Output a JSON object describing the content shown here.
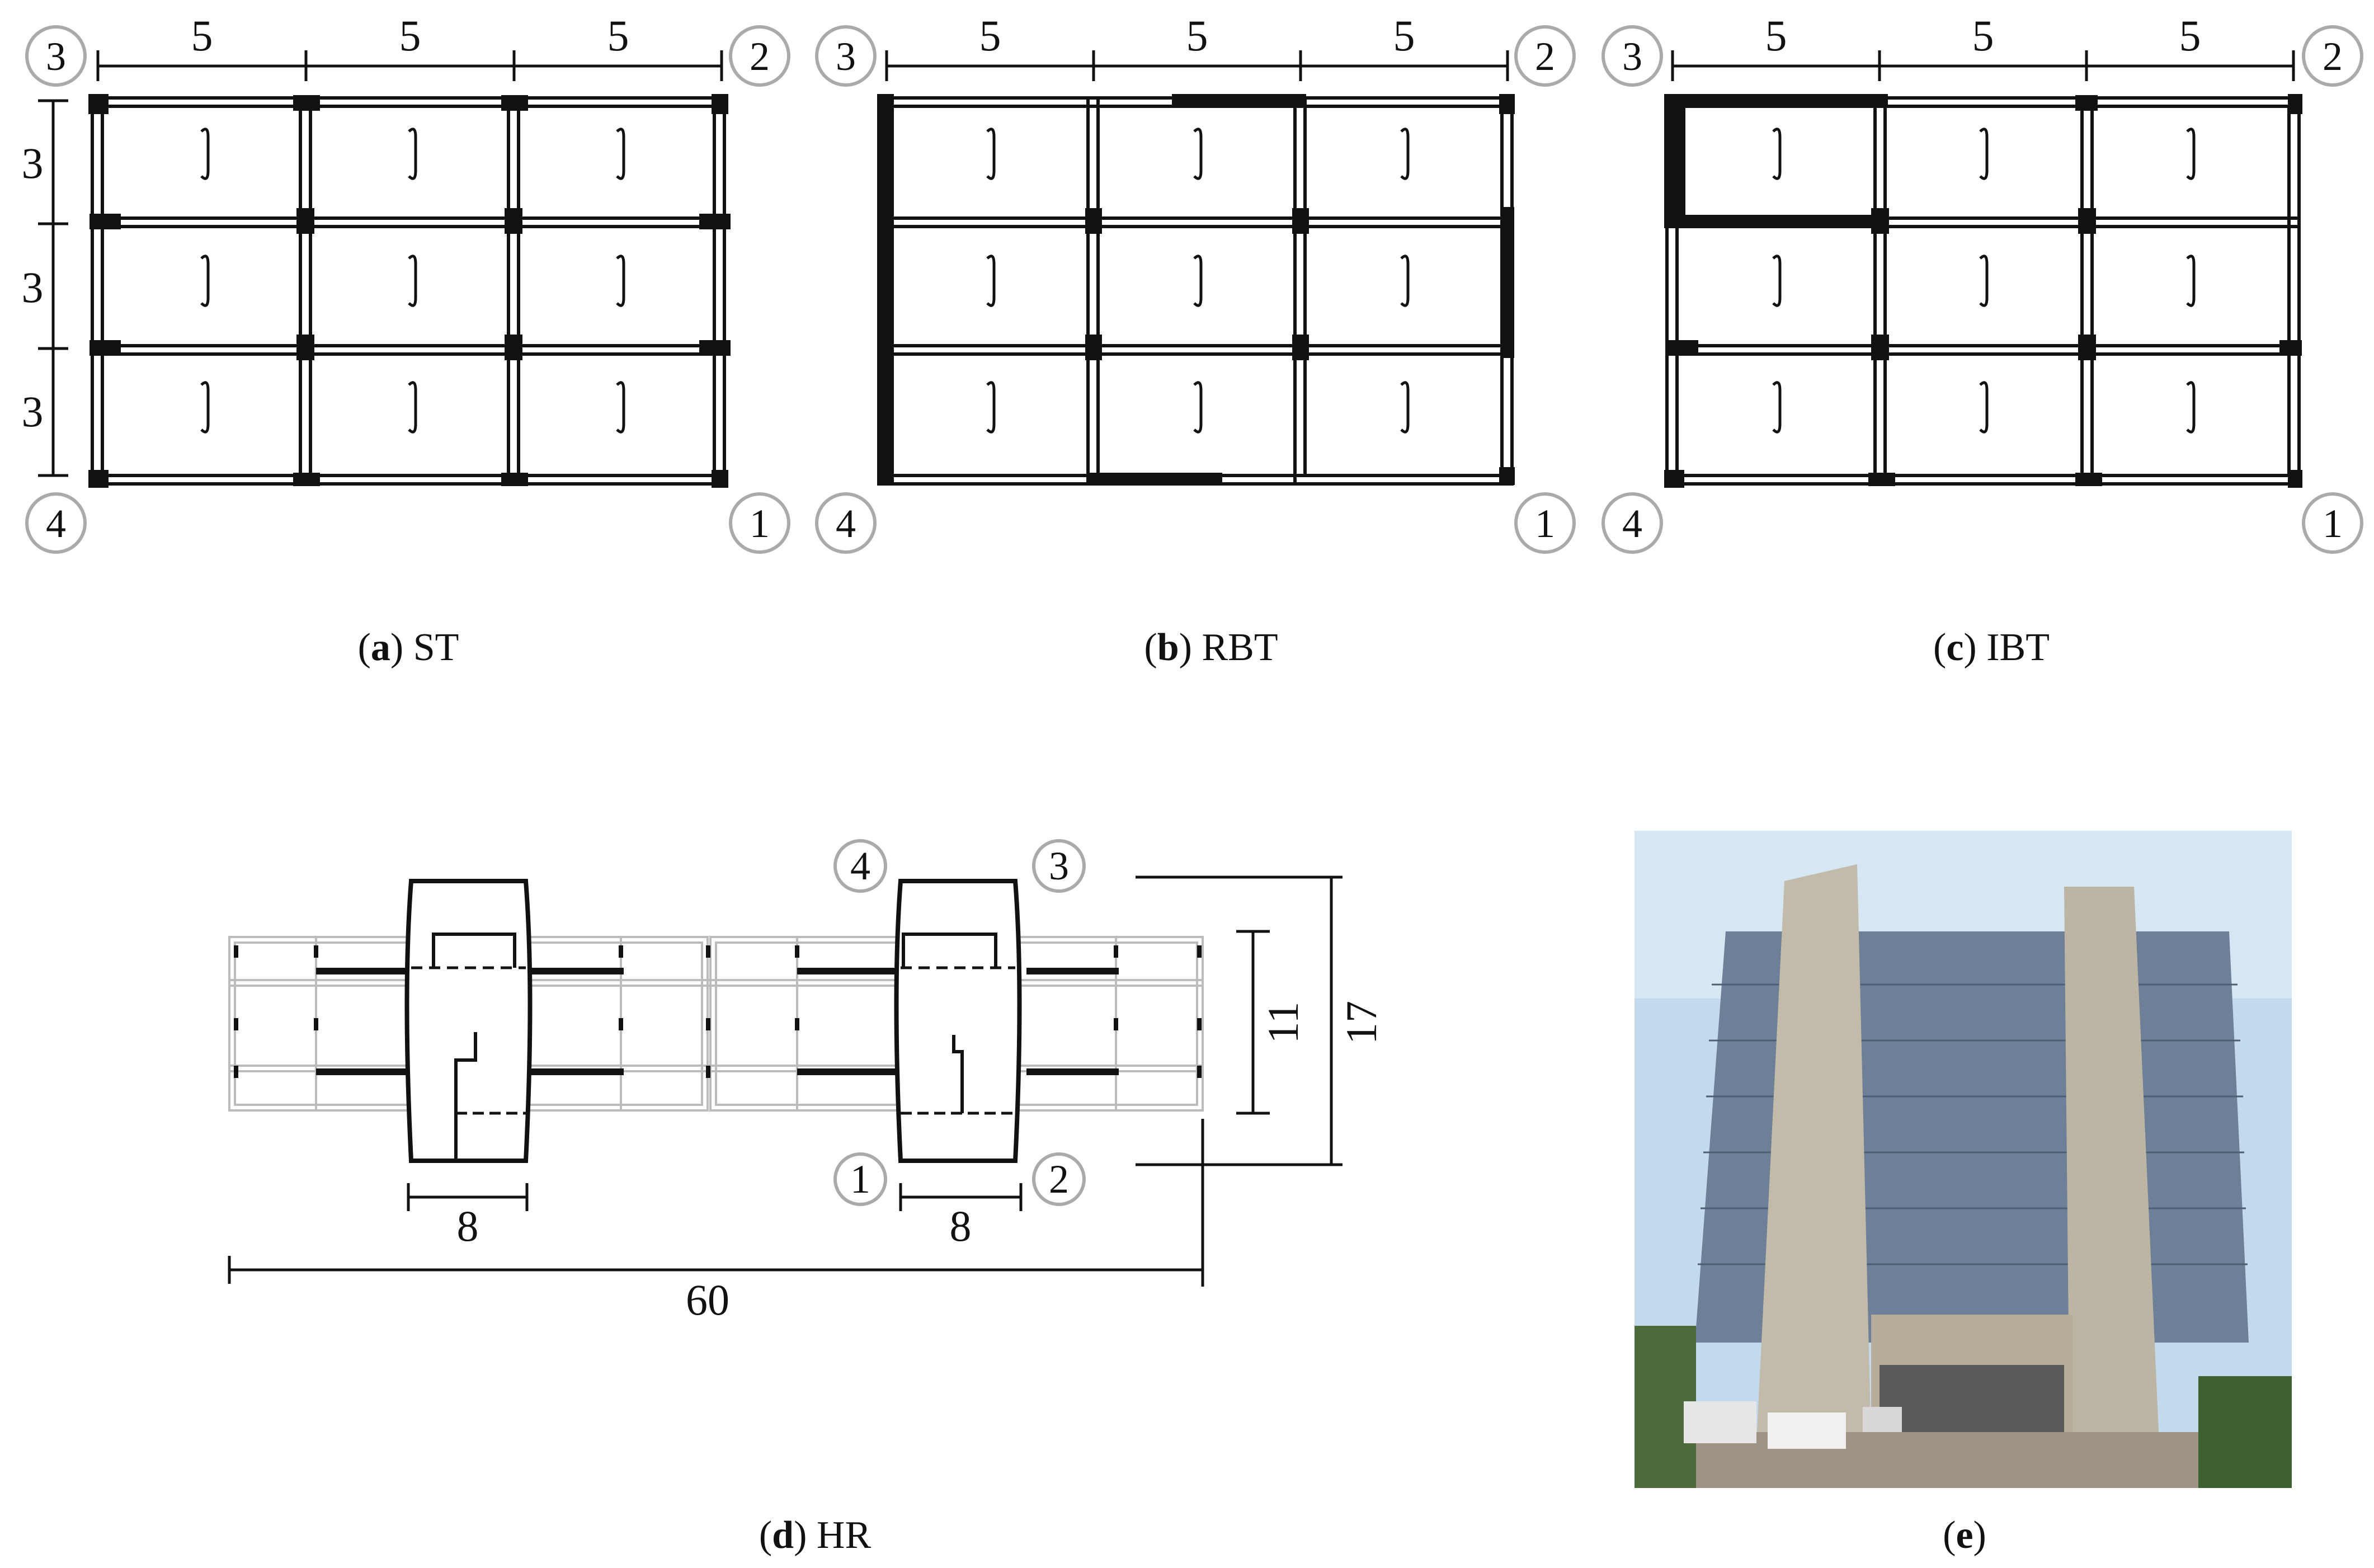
{
  "panels": {
    "a": {
      "letter": "a",
      "label": "ST",
      "top_dims": [
        "5",
        "5",
        "5"
      ],
      "side_dims": [
        "3",
        "3",
        "3"
      ],
      "corners": {
        "top_left": "3",
        "top_right": "2",
        "bottom_left": "4",
        "bottom_right": "1"
      }
    },
    "b": {
      "letter": "b",
      "label": "RBT",
      "top_dims": [
        "5",
        "5",
        "5"
      ],
      "corners": {
        "top_left": "3",
        "top_right": "2",
        "bottom_left": "4",
        "bottom_right": "1"
      }
    },
    "c": {
      "letter": "c",
      "label": "IBT",
      "top_dims": [
        "5",
        "5",
        "5"
      ],
      "corners": {
        "top_left": "3",
        "top_right": "2",
        "bottom_left": "4",
        "bottom_right": "1"
      }
    },
    "d": {
      "letter": "d",
      "label": "HR",
      "dims": {
        "core_left": "8",
        "core_right": "8",
        "total_length": "60",
        "width_inner": "11",
        "width_total": "17"
      },
      "corners": {
        "top_left": "4",
        "top_right": "3",
        "bottom_left": "1",
        "bottom_right": "2"
      }
    },
    "e": {
      "letter": "e",
      "label": ""
    }
  },
  "colors": {
    "line": "#111111",
    "circle_stroke": "#aaaaaa",
    "sky": "#b9d3e8",
    "facade": "#6d7f95",
    "concrete": "#bfb7a6"
  }
}
